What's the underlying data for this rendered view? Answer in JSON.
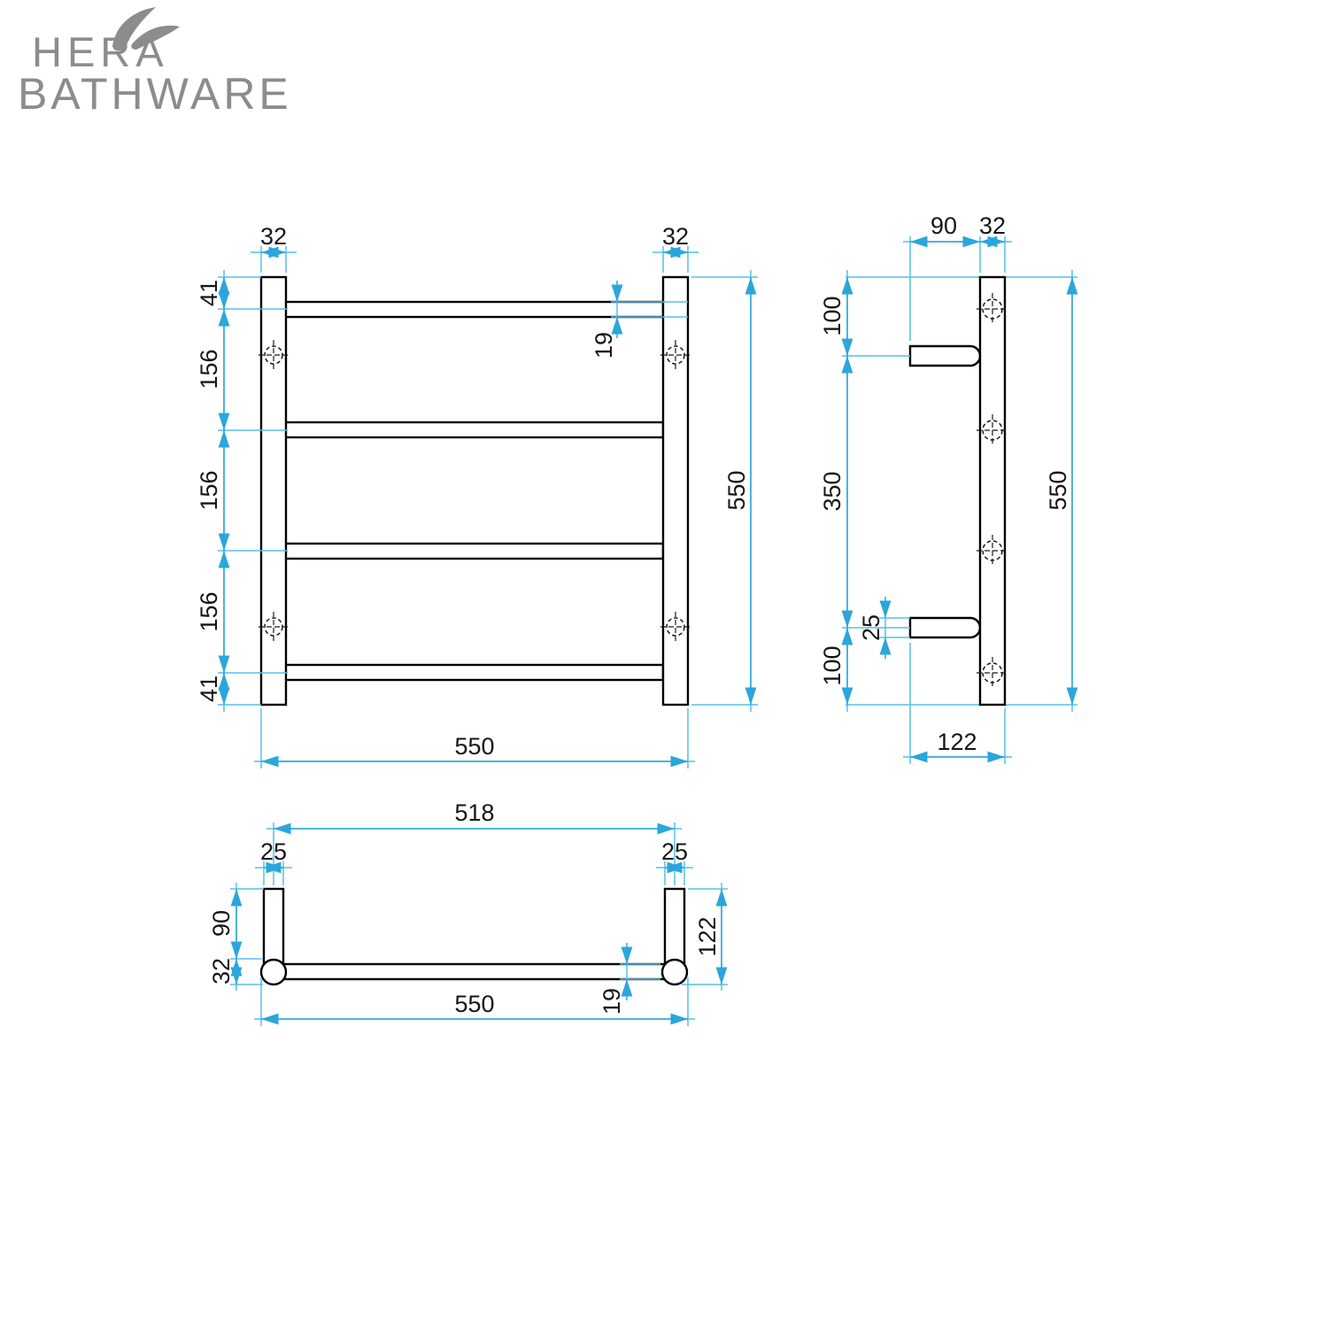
{
  "brand": {
    "line1": "HERA",
    "line2": "BATHWARE"
  },
  "front_view": {
    "post_width_left": "32",
    "post_width_right": "32",
    "bar_thickness": "19",
    "height_chain": [
      "41",
      "156",
      "156",
      "156",
      "41"
    ],
    "overall_height": "550",
    "overall_width": "550"
  },
  "side_view": {
    "arm_length": "90",
    "post_depth": "32",
    "height_chain": [
      "100",
      "350",
      "100"
    ],
    "arm_thickness": "25",
    "overall_height": "550",
    "total_depth": "122"
  },
  "top_view": {
    "centres_width": "518",
    "arm_width_left": "25",
    "arm_width_right": "25",
    "arm_length": "90",
    "post_diameter": "32",
    "bar_thickness": "19",
    "total_depth": "122",
    "overall_width": "550"
  },
  "colors": {
    "dimension_line": "#55c0ea",
    "arrow": "#2ba6dc",
    "drawing_line": "#000000",
    "text": "#161616",
    "logo": "#8c8c8c"
  }
}
